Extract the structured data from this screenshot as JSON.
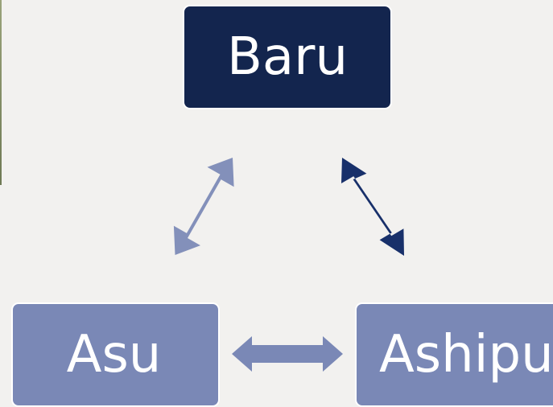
{
  "diagram": {
    "nodes": [
      {
        "id": "baru",
        "label": "Baru",
        "color": "#13254e"
      },
      {
        "id": "asu",
        "label": "Asu",
        "color": "#7a88b6"
      },
      {
        "id": "ashipu",
        "label": "Ashipu",
        "color": "#7a88b6"
      }
    ],
    "edges": [
      {
        "from": "asu",
        "to": "baru",
        "direction": "bidirectional",
        "color": "#8390ba"
      },
      {
        "from": "baru",
        "to": "ashipu",
        "direction": "bidirectional",
        "color": "#18306a"
      },
      {
        "from": "asu",
        "to": "ashipu",
        "direction": "bidirectional",
        "color": "#7a88b6"
      }
    ]
  }
}
